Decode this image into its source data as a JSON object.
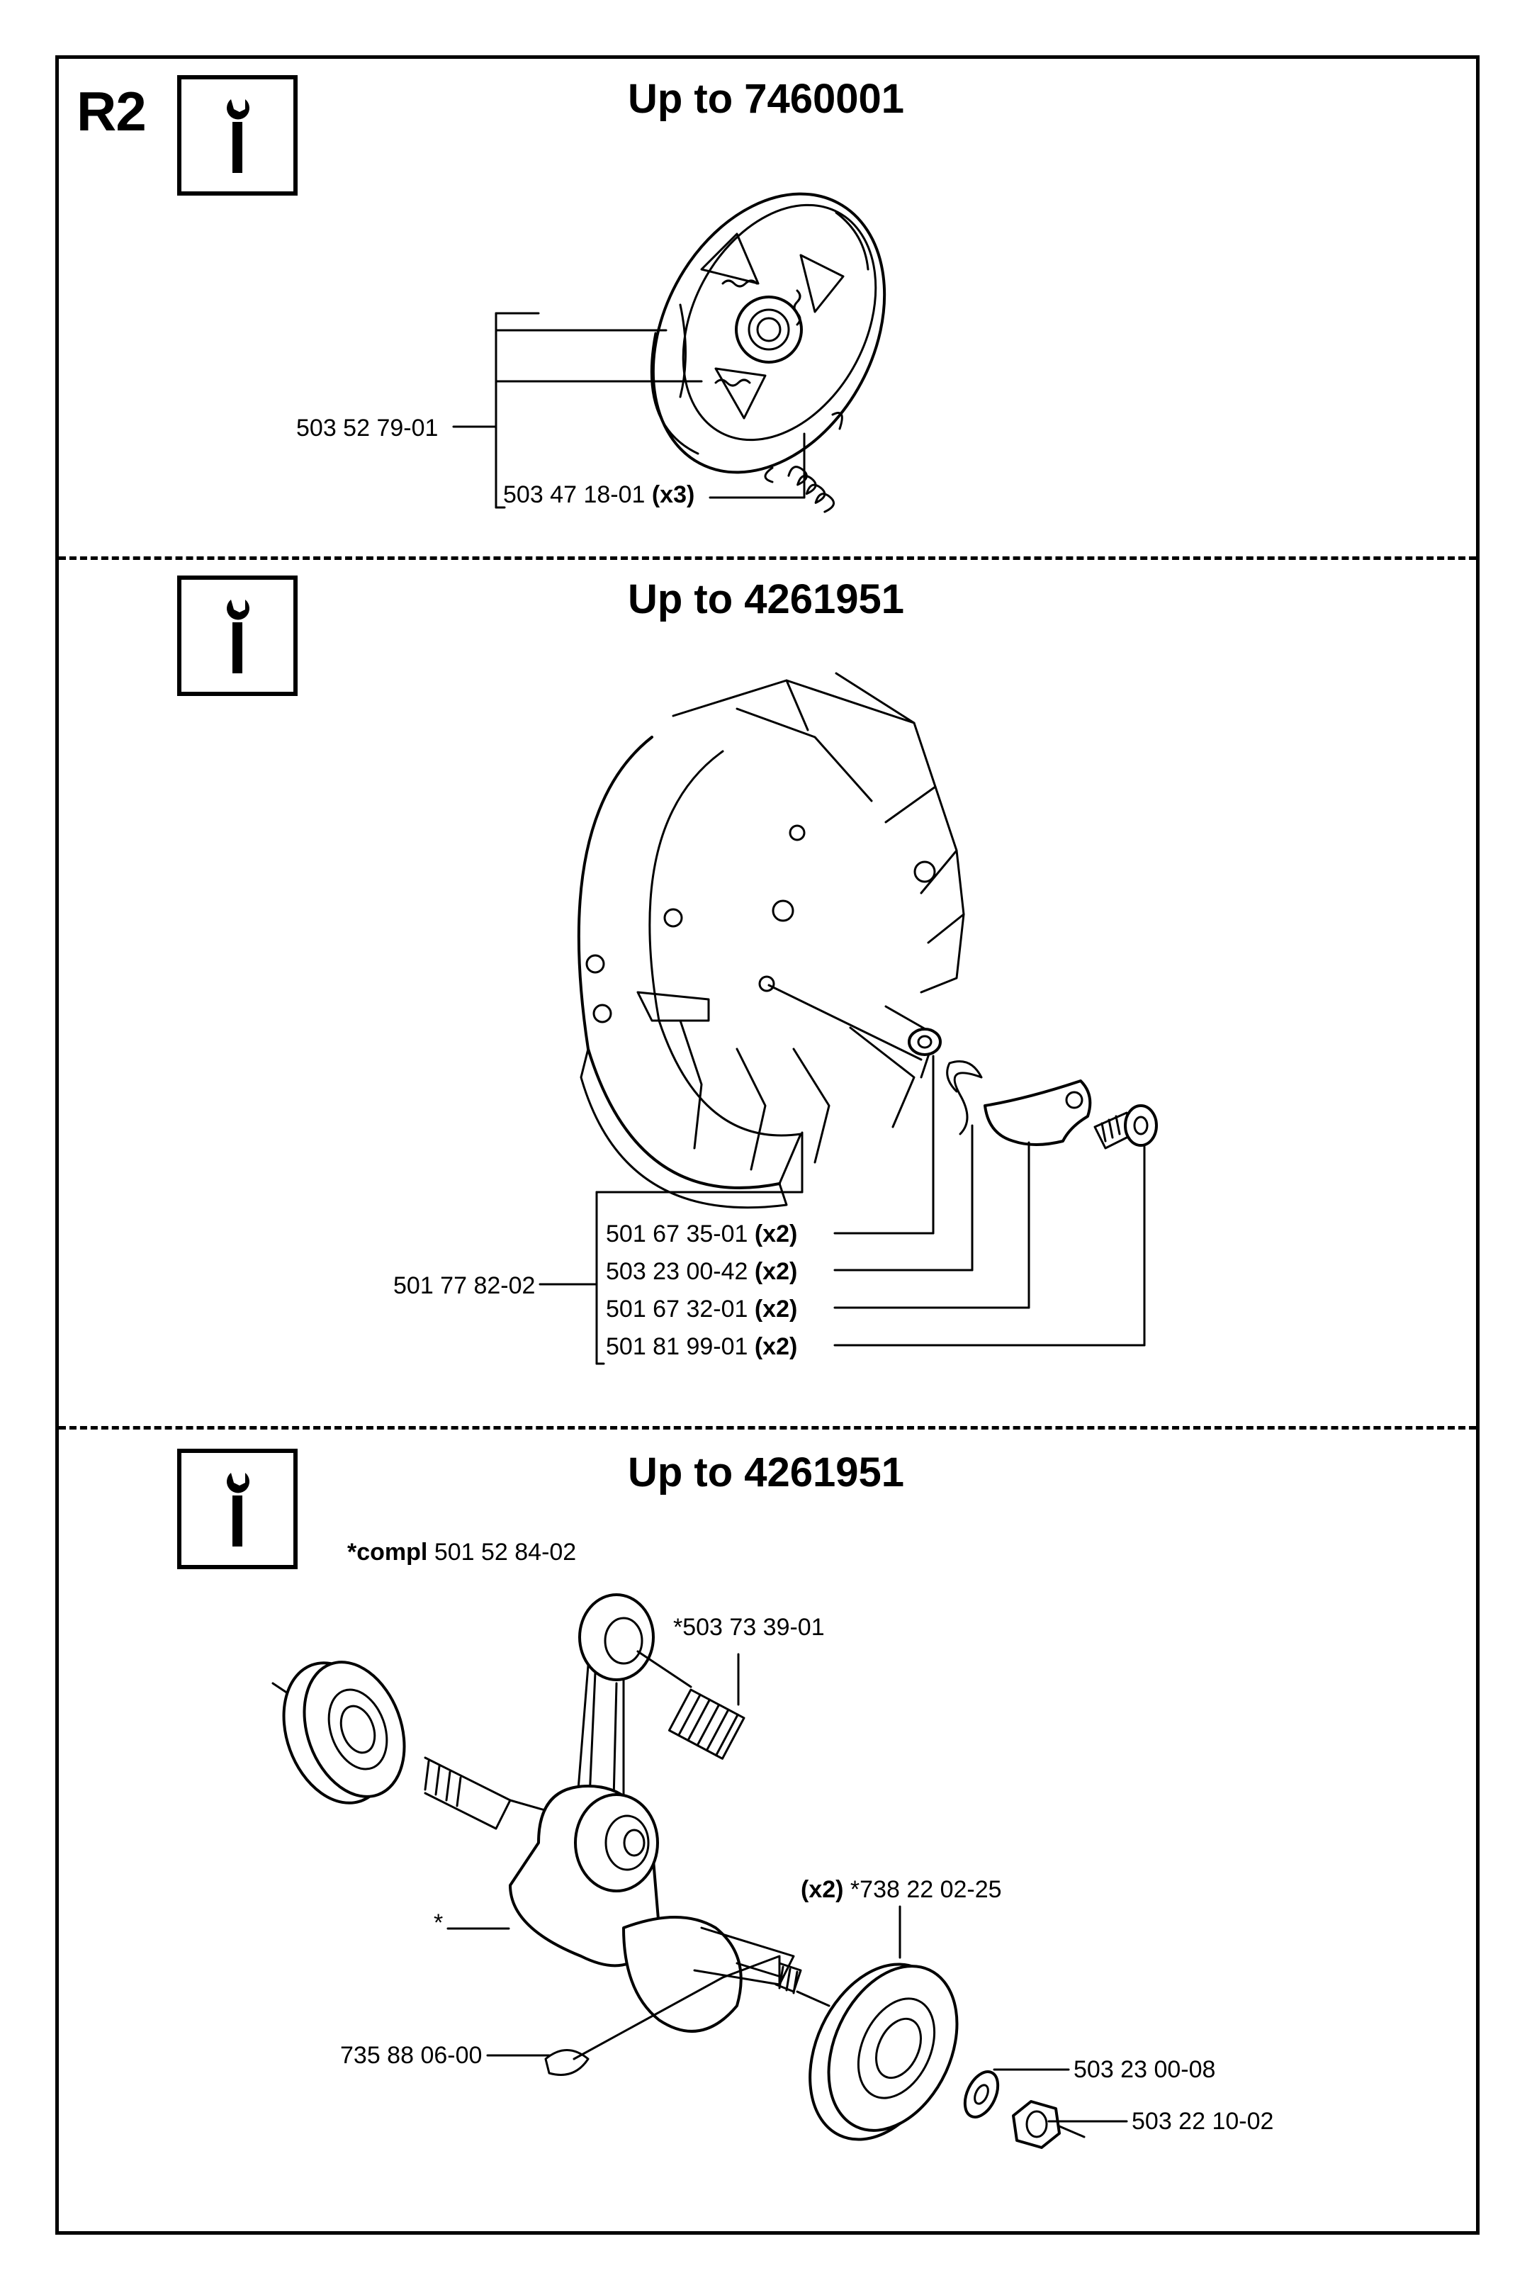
{
  "page": {
    "code": "R2"
  },
  "sections": [
    {
      "title": "Up to 7460001",
      "labels": {
        "assembly": "503 52 79-01",
        "spring_num": "503 47 18-01",
        "spring_qty": "(x3)"
      }
    },
    {
      "title": "Up to 4261951",
      "labels": {
        "assembly": "501 77 82-02",
        "p1_num": "501 67 35-01",
        "p1_qty": "(x2)",
        "p2_num": "503 23 00-42",
        "p2_qty": "(x2)",
        "p3_num": "501 67 32-01",
        "p3_qty": "(x2)",
        "p4_num": "501 81 99-01",
        "p4_qty": "(x2)"
      }
    },
    {
      "title": "Up to 4261951",
      "labels": {
        "compl_bold": "*compl",
        "compl_num": "501 52 84-02",
        "bearing_small": "*503 73 39-01",
        "bearing_qty": "(x2)",
        "bearing_num": "*738 22 02-25",
        "crank": "*",
        "key": "735 88 06-00",
        "washer": "503 23 00-08",
        "nut": "503 22 10-02"
      }
    }
  ],
  "icons": [
    "wrench-info-icon"
  ]
}
